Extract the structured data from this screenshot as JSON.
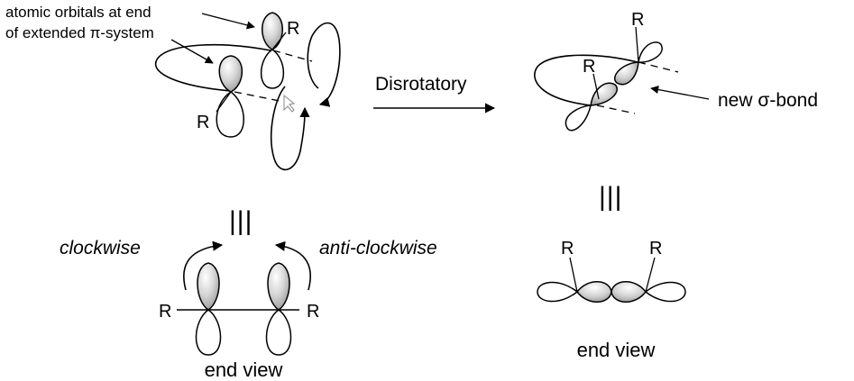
{
  "labels": {
    "atomic_orbitals_line1": "atomic orbitals at end",
    "atomic_orbitals_line2": "of extended π-system",
    "disrotatory": "Disrotatory",
    "new_sigma_bond": "new σ-bond",
    "clockwise": "clockwise",
    "anti_clockwise": "anti-clockwise",
    "end_view_left": "end view",
    "end_view_right": "end view",
    "equiv_left": "|||",
    "equiv_right": "|||"
  },
  "substituents": {
    "r_top_upper": "R",
    "r_top_lower": "R",
    "r_product_upper": "R",
    "r_product_left": "R",
    "r_endview_left": "R",
    "r_endview_right": "R",
    "r_product_end_left": "R",
    "r_product_end_right": "R"
  },
  "colors": {
    "stroke": "#000000",
    "background": "#ffffff",
    "lobe_highlight": "#ffffff",
    "lobe_shadow": "#8a8a8a"
  }
}
